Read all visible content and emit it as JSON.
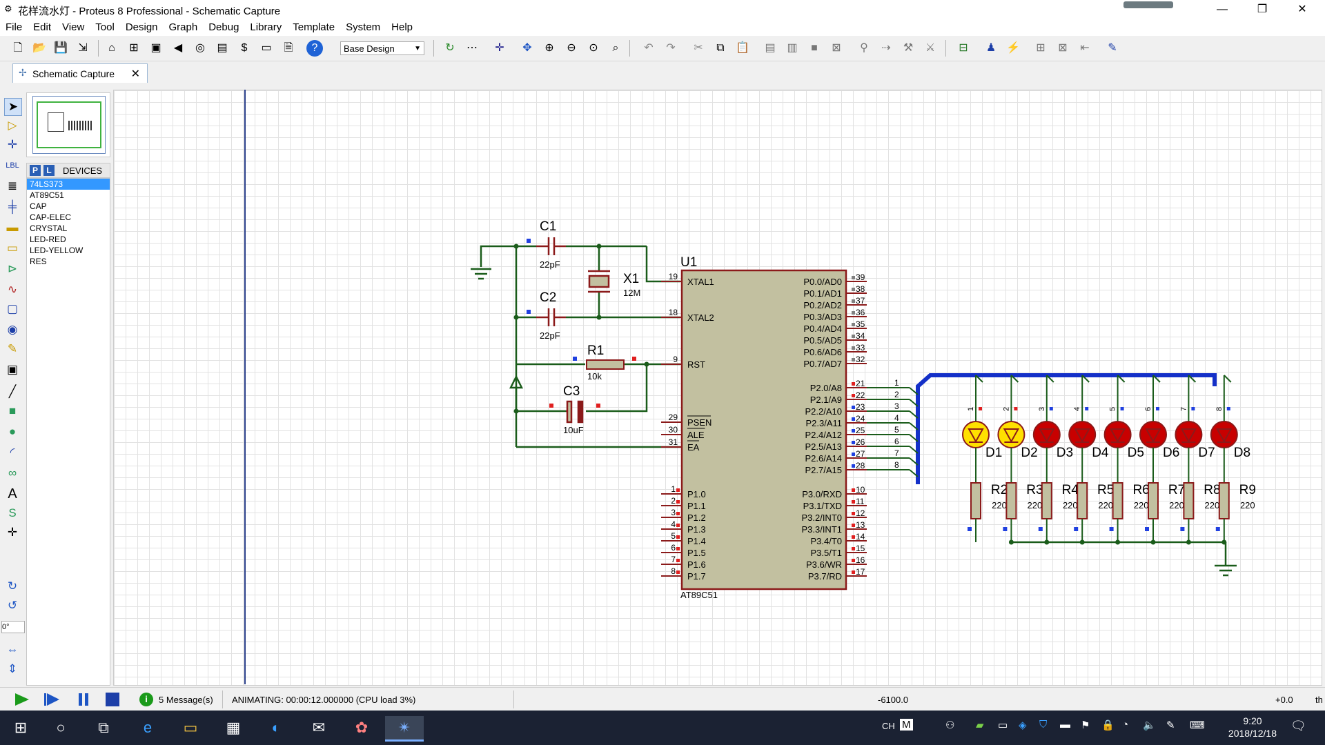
{
  "window": {
    "title": "花样流水灯 - Proteus 8 Professional - Schematic Capture",
    "minimize": "—",
    "restore": "❐",
    "close": "✕"
  },
  "menu": [
    "File",
    "Edit",
    "View",
    "Tool",
    "Design",
    "Graph",
    "Debug",
    "Library",
    "Template",
    "System",
    "Help"
  ],
  "toolbar": {
    "variant_selected": "Base Design"
  },
  "tab": {
    "label": "Schematic Capture"
  },
  "devices": {
    "header": "DEVICES",
    "p_button": "P",
    "l_button": "L",
    "items": [
      "74LS373",
      "AT89C51",
      "CAP",
      "CAP-ELEC",
      "CRYSTAL",
      "LED-RED",
      "LED-YELLOW",
      "RES"
    ],
    "selected_index": 0
  },
  "rotation": "0°",
  "schematic": {
    "caps": [
      {
        "ref": "C1",
        "val": "22pF"
      },
      {
        "ref": "C2",
        "val": "22pF"
      },
      {
        "ref": "C3",
        "val": "10uF"
      }
    ],
    "crystal": {
      "ref": "X1",
      "val": "12M"
    },
    "r1": {
      "ref": "R1",
      "val": "10k"
    },
    "mcu": {
      "ref": "U1",
      "part": "AT89C51",
      "left_pins": [
        {
          "num": "19",
          "name": "XTAL1"
        },
        {
          "num": "18",
          "name": "XTAL2"
        },
        {
          "num": "9",
          "name": "RST"
        },
        {
          "num": "29",
          "name": "PSEN"
        },
        {
          "num": "30",
          "name": "ALE"
        },
        {
          "num": "31",
          "name": "EA"
        }
      ],
      "p1_pins": [
        {
          "num": "1",
          "name": "P1.0"
        },
        {
          "num": "2",
          "name": "P1.1"
        },
        {
          "num": "3",
          "name": "P1.2"
        },
        {
          "num": "4",
          "name": "P1.3"
        },
        {
          "num": "5",
          "name": "P1.4"
        },
        {
          "num": "6",
          "name": "P1.5"
        },
        {
          "num": "7",
          "name": "P1.6"
        },
        {
          "num": "8",
          "name": "P1.7"
        }
      ],
      "p0_pins": [
        {
          "num": "39",
          "name": "P0.0/AD0"
        },
        {
          "num": "38",
          "name": "P0.1/AD1"
        },
        {
          "num": "37",
          "name": "P0.2/AD2"
        },
        {
          "num": "36",
          "name": "P0.3/AD3"
        },
        {
          "num": "35",
          "name": "P0.4/AD4"
        },
        {
          "num": "34",
          "name": "P0.5/AD5"
        },
        {
          "num": "33",
          "name": "P0.6/AD6"
        },
        {
          "num": "32",
          "name": "P0.7/AD7"
        }
      ],
      "p2_pins": [
        {
          "num": "21",
          "name": "P2.0/A8"
        },
        {
          "num": "22",
          "name": "P2.1/A9"
        },
        {
          "num": "23",
          "name": "P2.2/A10"
        },
        {
          "num": "24",
          "name": "P2.3/A11"
        },
        {
          "num": "25",
          "name": "P2.4/A12"
        },
        {
          "num": "26",
          "name": "P2.5/A13"
        },
        {
          "num": "27",
          "name": "P2.6/A14"
        },
        {
          "num": "28",
          "name": "P2.7/A15"
        }
      ],
      "p3_pins": [
        {
          "num": "10",
          "name": "P3.0/RXD"
        },
        {
          "num": "11",
          "name": "P3.1/TXD"
        },
        {
          "num": "12",
          "name": "P3.2/INT0"
        },
        {
          "num": "13",
          "name": "P3.3/INT1"
        },
        {
          "num": "14",
          "name": "P3.4/T0"
        },
        {
          "num": "15",
          "name": "P3.5/T1"
        },
        {
          "num": "16",
          "name": "P3.6/WR"
        },
        {
          "num": "17",
          "name": "P3.7/RD"
        }
      ]
    },
    "bus_labels": [
      "1",
      "2",
      "3",
      "4",
      "5",
      "6",
      "7",
      "8"
    ],
    "leds": [
      {
        "ref": "D1",
        "net": "1",
        "lit": true
      },
      {
        "ref": "D2",
        "net": "2",
        "lit": true
      },
      {
        "ref": "D3",
        "net": "3",
        "lit": false
      },
      {
        "ref": "D4",
        "net": "4",
        "lit": false
      },
      {
        "ref": "D5",
        "net": "5",
        "lit": false
      },
      {
        "ref": "D6",
        "net": "6",
        "lit": false
      },
      {
        "ref": "D7",
        "net": "7",
        "lit": false
      },
      {
        "ref": "D8",
        "net": "8",
        "lit": false
      }
    ],
    "resistors": [
      {
        "ref": "R2",
        "val": "220"
      },
      {
        "ref": "R3",
        "val": "220"
      },
      {
        "ref": "R4",
        "val": "220"
      },
      {
        "ref": "R5",
        "val": "220"
      },
      {
        "ref": "R6",
        "val": "220"
      },
      {
        "ref": "R7",
        "val": "220"
      },
      {
        "ref": "R8",
        "val": "220"
      },
      {
        "ref": "R9",
        "val": "220"
      }
    ]
  },
  "status": {
    "messages": "5 Message(s)",
    "animating": "ANIMATING: 00:00:12.000000 (CPU load 3%)",
    "coord_x": "-6100.0",
    "coord_y": "+0.0",
    "units": "th"
  },
  "taskbar": {
    "lang": "CH",
    "ime": "M",
    "time": "9:20",
    "date": "2018/12/18"
  },
  "colors": {
    "wire": "#1a5c1a",
    "body": "#c2c0a0",
    "outline": "#8b1a1a",
    "bus": "#1430c8",
    "led_lit": "#ffe000",
    "led_off": "#c80000"
  }
}
